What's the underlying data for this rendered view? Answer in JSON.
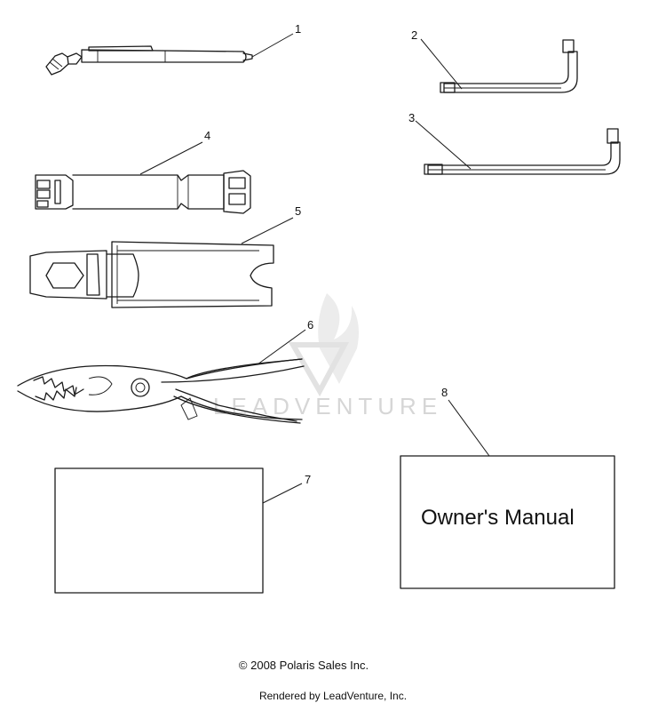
{
  "callouts": [
    "1",
    "2",
    "3",
    "4",
    "5",
    "6",
    "7",
    "8"
  ],
  "manual": {
    "title": "Owner's Manual"
  },
  "watermark": {
    "text": "LEADVENTURE"
  },
  "footer": {
    "copyright": "© 2008 Polaris Sales Inc.",
    "rendered_by": "Rendered by LeadVenture, Inc."
  }
}
